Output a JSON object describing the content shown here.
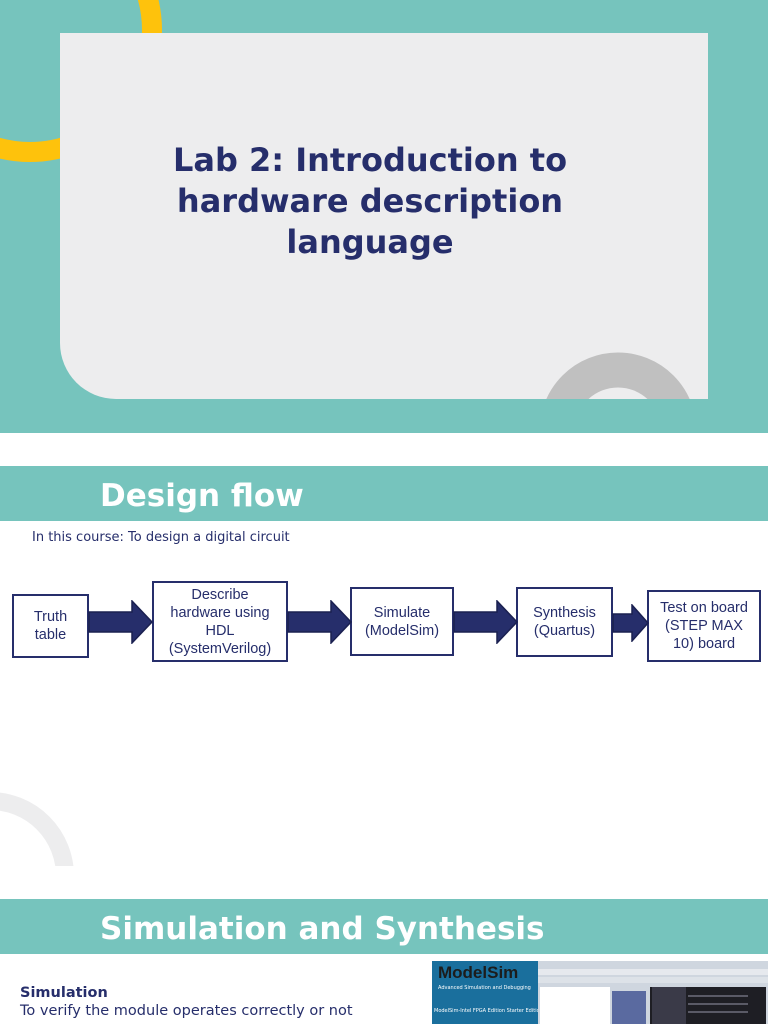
{
  "slide1": {
    "title_lines": [
      "Lab 2: Introduction to",
      "hardware description",
      "language"
    ]
  },
  "slide2": {
    "title": "Design flow",
    "intro": "In this course: To design a digital circuit",
    "flow": [
      {
        "label": "Truth\ntable"
      },
      {
        "label": "Describe\nhardware using\nHDL\n(SystemVerilog)"
      },
      {
        "label": "Simulate\n(ModelSim)"
      },
      {
        "label": "Synthesis\n(Quartus)"
      },
      {
        "label": "Test on board\n(STEP MAX\n10) board"
      }
    ]
  },
  "slide3": {
    "title": "Simulation and Synthesis",
    "simulation_heading": "Simulation",
    "simulation_text": "To verify the module operates correctly or not",
    "screenshot": {
      "logo": "ModelSim",
      "tagline": "Advanced Simulation and Debugging",
      "edition": "ModelSim-Intel FPGA Edition  Starter Edition"
    }
  },
  "colors": {
    "teal": "#76c4bd",
    "navy": "#262e6b",
    "yellow": "#fec20c",
    "card": "#ededee",
    "gray_ring": "#c0c0c0"
  }
}
